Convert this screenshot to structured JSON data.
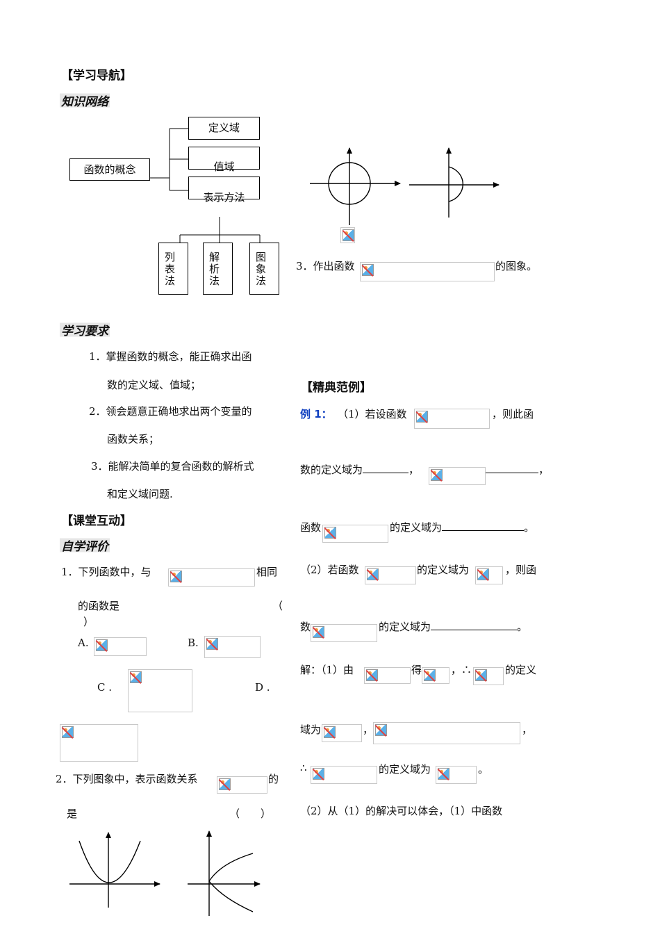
{
  "nav": {
    "heading": "【学习导航】",
    "network_title": "知识网络",
    "concept": "函数的概念",
    "branches": [
      "定义域",
      "值域",
      "表示方法"
    ],
    "methods": [
      [
        "列",
        "表",
        "法"
      ],
      [
        "解",
        "析",
        "法"
      ],
      [
        "图",
        "象",
        "法"
      ]
    ]
  },
  "requirements": {
    "title": "学习要求",
    "items": [
      "1．掌握函数的概念，能正确求出函",
      "数的定义域、值域；",
      "2．领会题意正确地求出两个变量的",
      "函数关系；",
      "3．能解决简单的复合函数的解析式",
      "和定义域问题."
    ]
  },
  "interaction": {
    "heading": "【课堂互动】",
    "self_eval": "自学评价",
    "q1_a": "1．下列函数中，与",
    "q1_b": "相同",
    "q1_c": "的函数是",
    "q1_paren_open": "（",
    "q1_paren_close": "）",
    "opt_a": "A.",
    "opt_b": "B.",
    "opt_c": "C .",
    "opt_d": "D .",
    "q2_a": "2．下列图象中，表示函数关系",
    "q2_b": "的",
    "q2_c": "是",
    "q2_paren": "（　　）",
    "q3_a": "3．作出函数",
    "q3_b": "的图象。"
  },
  "examples": {
    "heading": "【精典范例】",
    "ex_label": "例 1：",
    "l1_a": "（1）若设函数",
    "l1_b": "，则此函",
    "l2_a": "数的定义域为",
    "l2_b": "，",
    "l2_c": "，",
    "l3_a": "函数",
    "l3_b": "的定义域为",
    "l3_c": "。",
    "l4_a": "（2）若函数",
    "l4_b": "的定义域为",
    "l4_c": "，则函",
    "l5_a": "数",
    "l5_b": "的定义域为",
    "l5_c": "。",
    "sol_a": "解：（1）由",
    "sol_b": "得",
    "sol_c": "，∴",
    "sol_d": "的定义",
    "sol2_a": "域为",
    "sol2_b": "，",
    "sol2_c": "，",
    "sol3_a": "∴",
    "sol3_b": "的定义域为",
    "sol3_c": "。",
    "sol4": "（2）从（1）的解决可以体会，（1）中函数"
  }
}
